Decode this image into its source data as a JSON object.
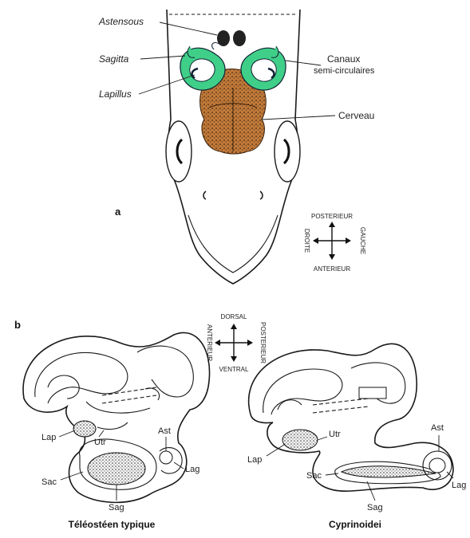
{
  "panel_a": {
    "label": "a",
    "labels": {
      "asteriscus": "Astensous",
      "sagitta": "Sagitta",
      "lapillus": "Lapillus",
      "canaux_line1": "Canaux",
      "canaux_line2": "semi-circulaires",
      "cerveau": "Cerveau"
    },
    "compass": {
      "top": "POSTERIEUR",
      "bottom": "ANTERIEUR",
      "left": "DROITE",
      "right": "GAUCHE"
    }
  },
  "panel_b": {
    "label": "b",
    "compass": {
      "top": "DORSAL",
      "bottom": "VENTRAL",
      "left": "ANTERIEUR",
      "right": "POSTERIEUR"
    },
    "left": {
      "caption": "Téléostéen typique",
      "labels": {
        "lap": "Lap",
        "utr": "Utr",
        "ast": "Ast",
        "lag": "Lag",
        "sac": "Sac",
        "sag": "Sag"
      }
    },
    "right": {
      "caption": "Cyprinoidei",
      "labels": {
        "lap": "Lap",
        "utr": "Utr",
        "ast": "Ast",
        "lag": "Lag",
        "sac": "Sac",
        "sag": "Sag"
      }
    }
  },
  "colors": {
    "canals_green": "#3fcf88",
    "brain_brown": "#b06a2e",
    "otolith_dark": "#222222",
    "line": "#1a1a1a"
  }
}
